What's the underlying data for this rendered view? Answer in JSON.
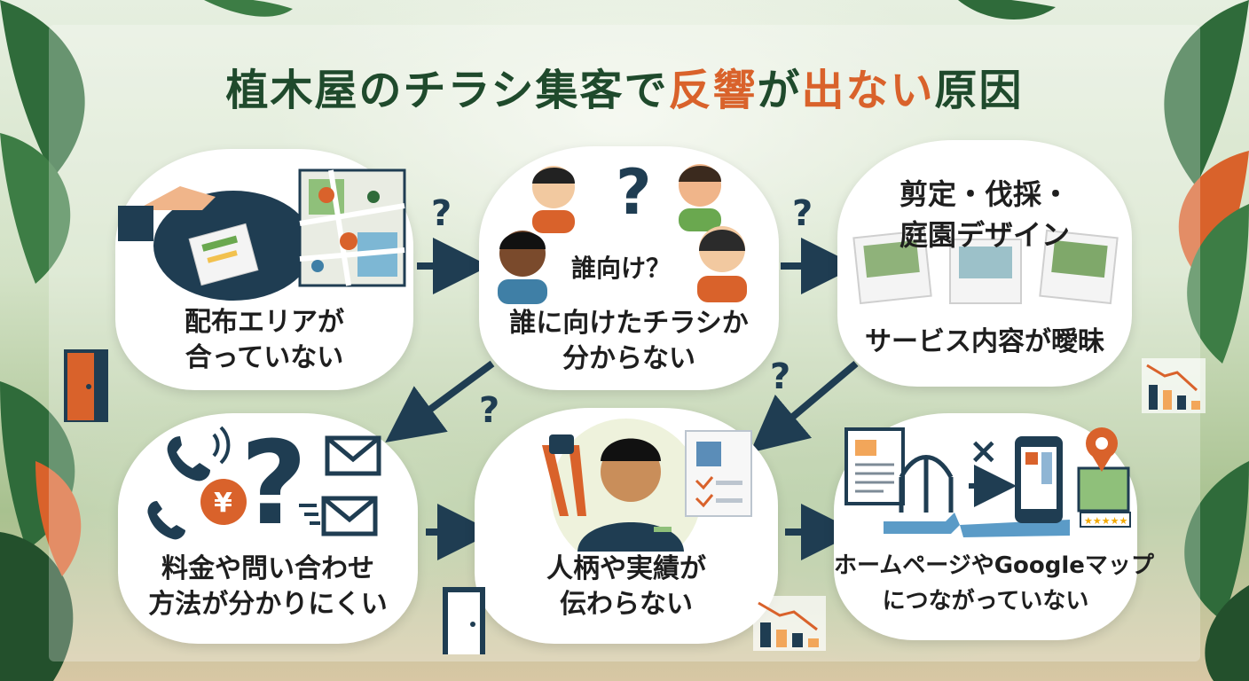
{
  "title": {
    "part1": "植木屋のチラシ集客で",
    "accent1": "反響",
    "part2": "が",
    "accent2": "出ない",
    "part3": "原因"
  },
  "cards": [
    {
      "line1": "配布エリアが",
      "line2": "合っていない"
    },
    {
      "line1": "誰に向けたチラシか",
      "line2": "分からない",
      "bubble": "誰向け？"
    },
    {
      "label": "サービス内容が曖昧",
      "sign_line1": "剪定・伐採・",
      "sign_line2": "庭園デザイン"
    },
    {
      "line1": "料金や問い合わせ",
      "line2": "方法が分かりにくい",
      "yen": "¥"
    },
    {
      "line1": "人柄や実績が",
      "line2": "伝わらない"
    },
    {
      "line1": "ホームページやGoogleマップ",
      "line2": "につながっていない"
    }
  ],
  "question_mark": "?",
  "colors": {
    "green_dark": "#1f4a2c",
    "accent_orange": "#d9622b",
    "navy": "#1f3d52"
  },
  "icons": [
    "hand-flyer-icon",
    "map-pin-icon",
    "people-icon",
    "flyer-photos-icon",
    "phone-icon",
    "mail-icon",
    "pruning-shears-icon",
    "profile-card-icon",
    "document-icon",
    "broken-bridge-icon",
    "smartphone-icon",
    "map-rating-icon",
    "door-icon",
    "declining-chart-icon"
  ]
}
